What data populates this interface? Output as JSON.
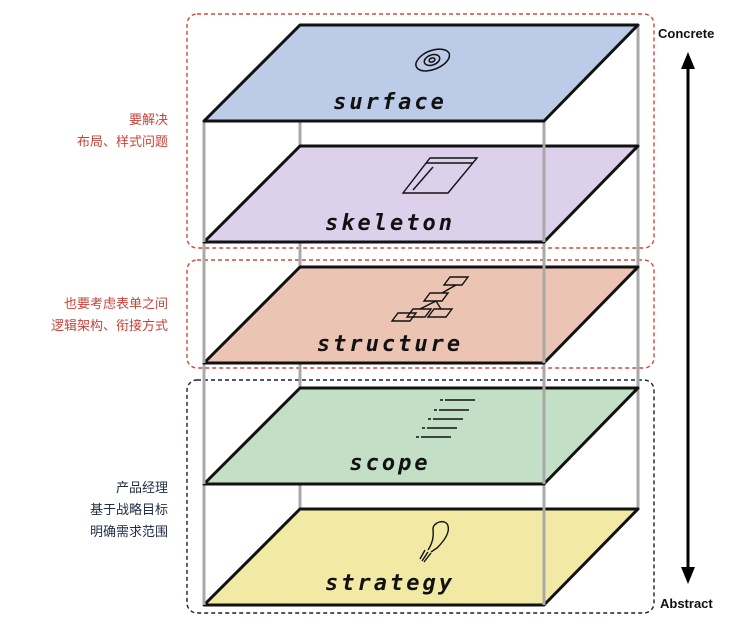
{
  "layers": [
    {
      "id": "surface",
      "name": "surface",
      "color": "#bccbe8",
      "icon": "eye-icon"
    },
    {
      "id": "skeleton",
      "name": "skeleton",
      "color": "#dcd0ea",
      "icon": "wireframe-icon"
    },
    {
      "id": "structure",
      "name": "structure",
      "color": "#ecc4b4",
      "icon": "flowchart-icon"
    },
    {
      "id": "scope",
      "name": "scope",
      "color": "#c3dfc6",
      "icon": "list-icon"
    },
    {
      "id": "strategy",
      "name": "strategy",
      "color": "#f2e9a4",
      "icon": "lightbulb-icon"
    }
  ],
  "notes": {
    "group_top": {
      "lines": [
        "要解决",
        "布局、样式问题"
      ],
      "color": "#c8433a"
    },
    "group_mid": {
      "lines": [
        "也要考虑表单之间",
        "逻辑架构、衔接方式"
      ],
      "color": "#c8433a"
    },
    "group_bottom": {
      "lines": [
        "产品经理",
        "基于战略目标",
        "明确需求范围"
      ],
      "color": "#1f2a44"
    }
  },
  "axis": {
    "top_label": "Concrete",
    "bottom_label": "Abstract"
  },
  "colors": {
    "red_dashed": "#d0483e",
    "dark_dashed": "#1a2030",
    "pillar": "#a9a9a9"
  }
}
